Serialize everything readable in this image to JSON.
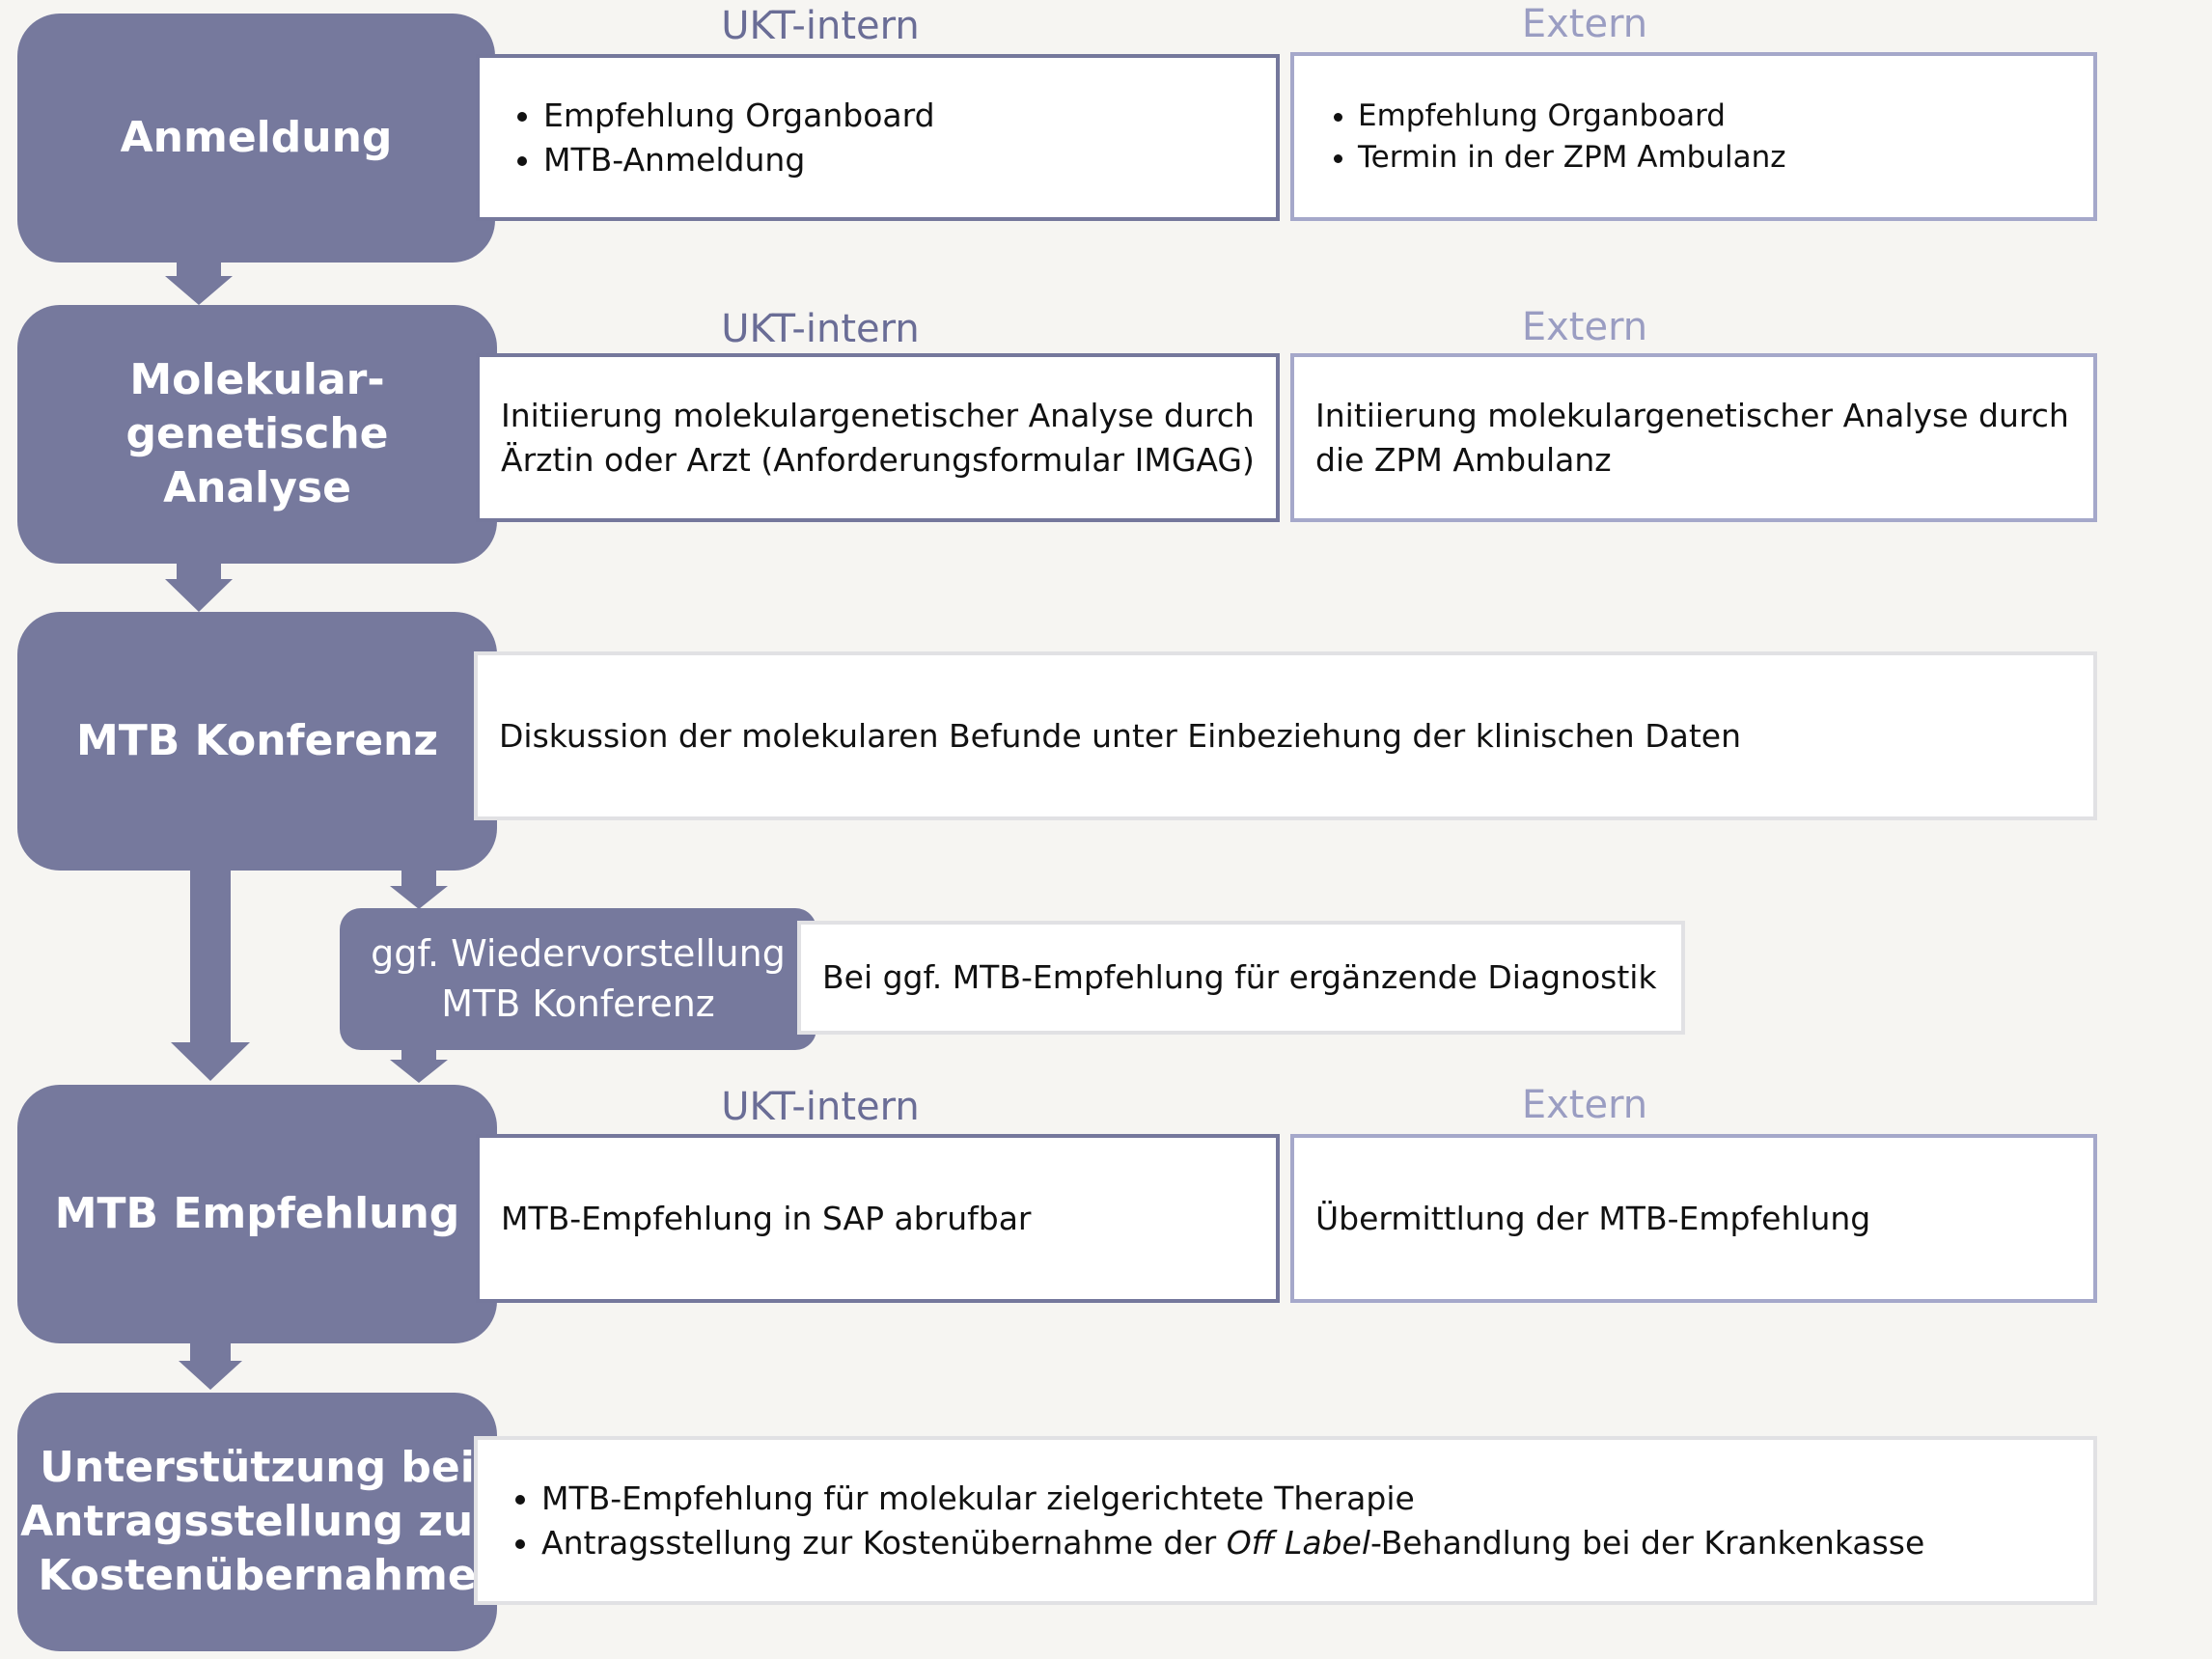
{
  "colors": {
    "step_fill": "#76799d",
    "intern_border": "#75789c",
    "extern_border": "#a5a8ca",
    "neutral_border": "#e1e1e4",
    "intern_label": "#6a6d96",
    "extern_label": "#9a9dc2",
    "background": "#f6f5f2"
  },
  "steps": {
    "anmeldung": {
      "title": "Anmeldung",
      "intern_label": "UKT-intern",
      "extern_label": "Extern",
      "intern_items": [
        "Empfehlung Organboard",
        "MTB-Anmeldung"
      ],
      "extern_items": [
        "Empfehlung Organboard",
        "Termin in der ZPM Ambulanz"
      ]
    },
    "analyse": {
      "title_lines": [
        "Molekular-",
        "genetische",
        "Analyse"
      ],
      "intern_label": "UKT-intern",
      "extern_label": "Extern",
      "intern_text": "Initiierung molekulargenetischer Analyse durch Ärztin oder Arzt (Anforderungsformular IMGAG)",
      "extern_text": "Initiierung molekulargenetischer Analyse durch die ZPM Ambulanz"
    },
    "konferenz": {
      "title": "MTB Konferenz",
      "text": "Diskussion der molekularen Befunde unter Einbeziehung der klinischen Daten"
    },
    "wiedervorstellung": {
      "title_lines": [
        "ggf. Wiedervorstellung",
        "MTB Konferenz"
      ],
      "text": "Bei ggf. MTB-Empfehlung für ergänzende Diagnostik"
    },
    "empfehlung": {
      "title": "MTB Empfehlung",
      "intern_label": "UKT-intern",
      "extern_label": "Extern",
      "intern_text": "MTB-Empfehlung in SAP abrufbar",
      "extern_text": "Übermittlung der MTB-Empfehlung"
    },
    "antrag": {
      "title_lines": [
        "Unterstützung bei",
        "Antragsstellung zur",
        "Kostenübernahme"
      ],
      "item1": "MTB-Empfehlung für molekular zielgerichtete Therapie",
      "item2_before": "Antragsstellung zur Kostenübernahme der ",
      "item2_italic": "Off Label",
      "item2_after": "-Behandlung bei der Krankenkasse"
    }
  }
}
